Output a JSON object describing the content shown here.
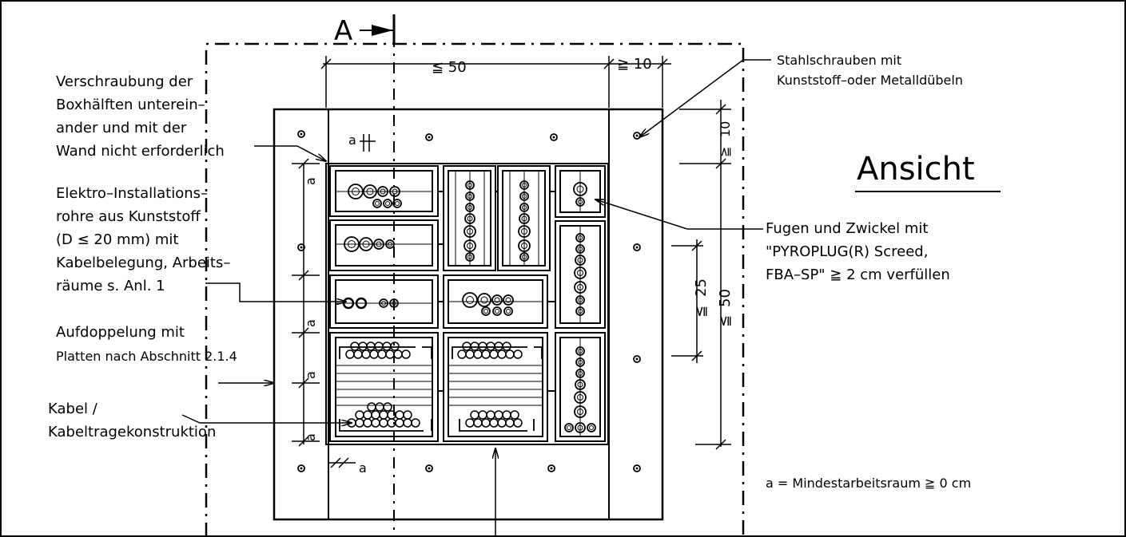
{
  "section_marker": "A",
  "title": "Ansicht",
  "dimensions": {
    "top_width": "≦ 50",
    "top_right": "≧ 10",
    "right_top": "10",
    "right_top_ge": "≧",
    "right_mid": "25",
    "right_mid_le": "≦",
    "right_total": "50",
    "right_total_le": "≦",
    "small_a": "a"
  },
  "labels": {
    "screws": [
      "Verschraubung der",
      "Boxhälften unterein–",
      "ander und mit der",
      "Wand nicht erforderlich"
    ],
    "pipes": [
      "Elektro–Installations–",
      "rohre aus Kunststoff",
      "(D ≤ 20 mm) mit",
      "Kabelbelegung, Arbeits–",
      "räume s. Anl. 1"
    ],
    "doubling": [
      "Aufdoppelung mit",
      "Platten nach Abschnitt 2.1.4"
    ],
    "cable": [
      "Kabel /",
      "Kabeltragekonstruktion"
    ],
    "steel": [
      "Stahlschrauben mit",
      "Kunststoff–oder Metalldübeln"
    ],
    "joints": [
      "Fugen und Zwickel mit",
      "\"PYROPLUG(R) Screed,",
      "FBA–SP\" ≧ 2 cm verfüllen"
    ],
    "legend": "a = Mindestarbeitsraum ≧ 0 cm"
  }
}
